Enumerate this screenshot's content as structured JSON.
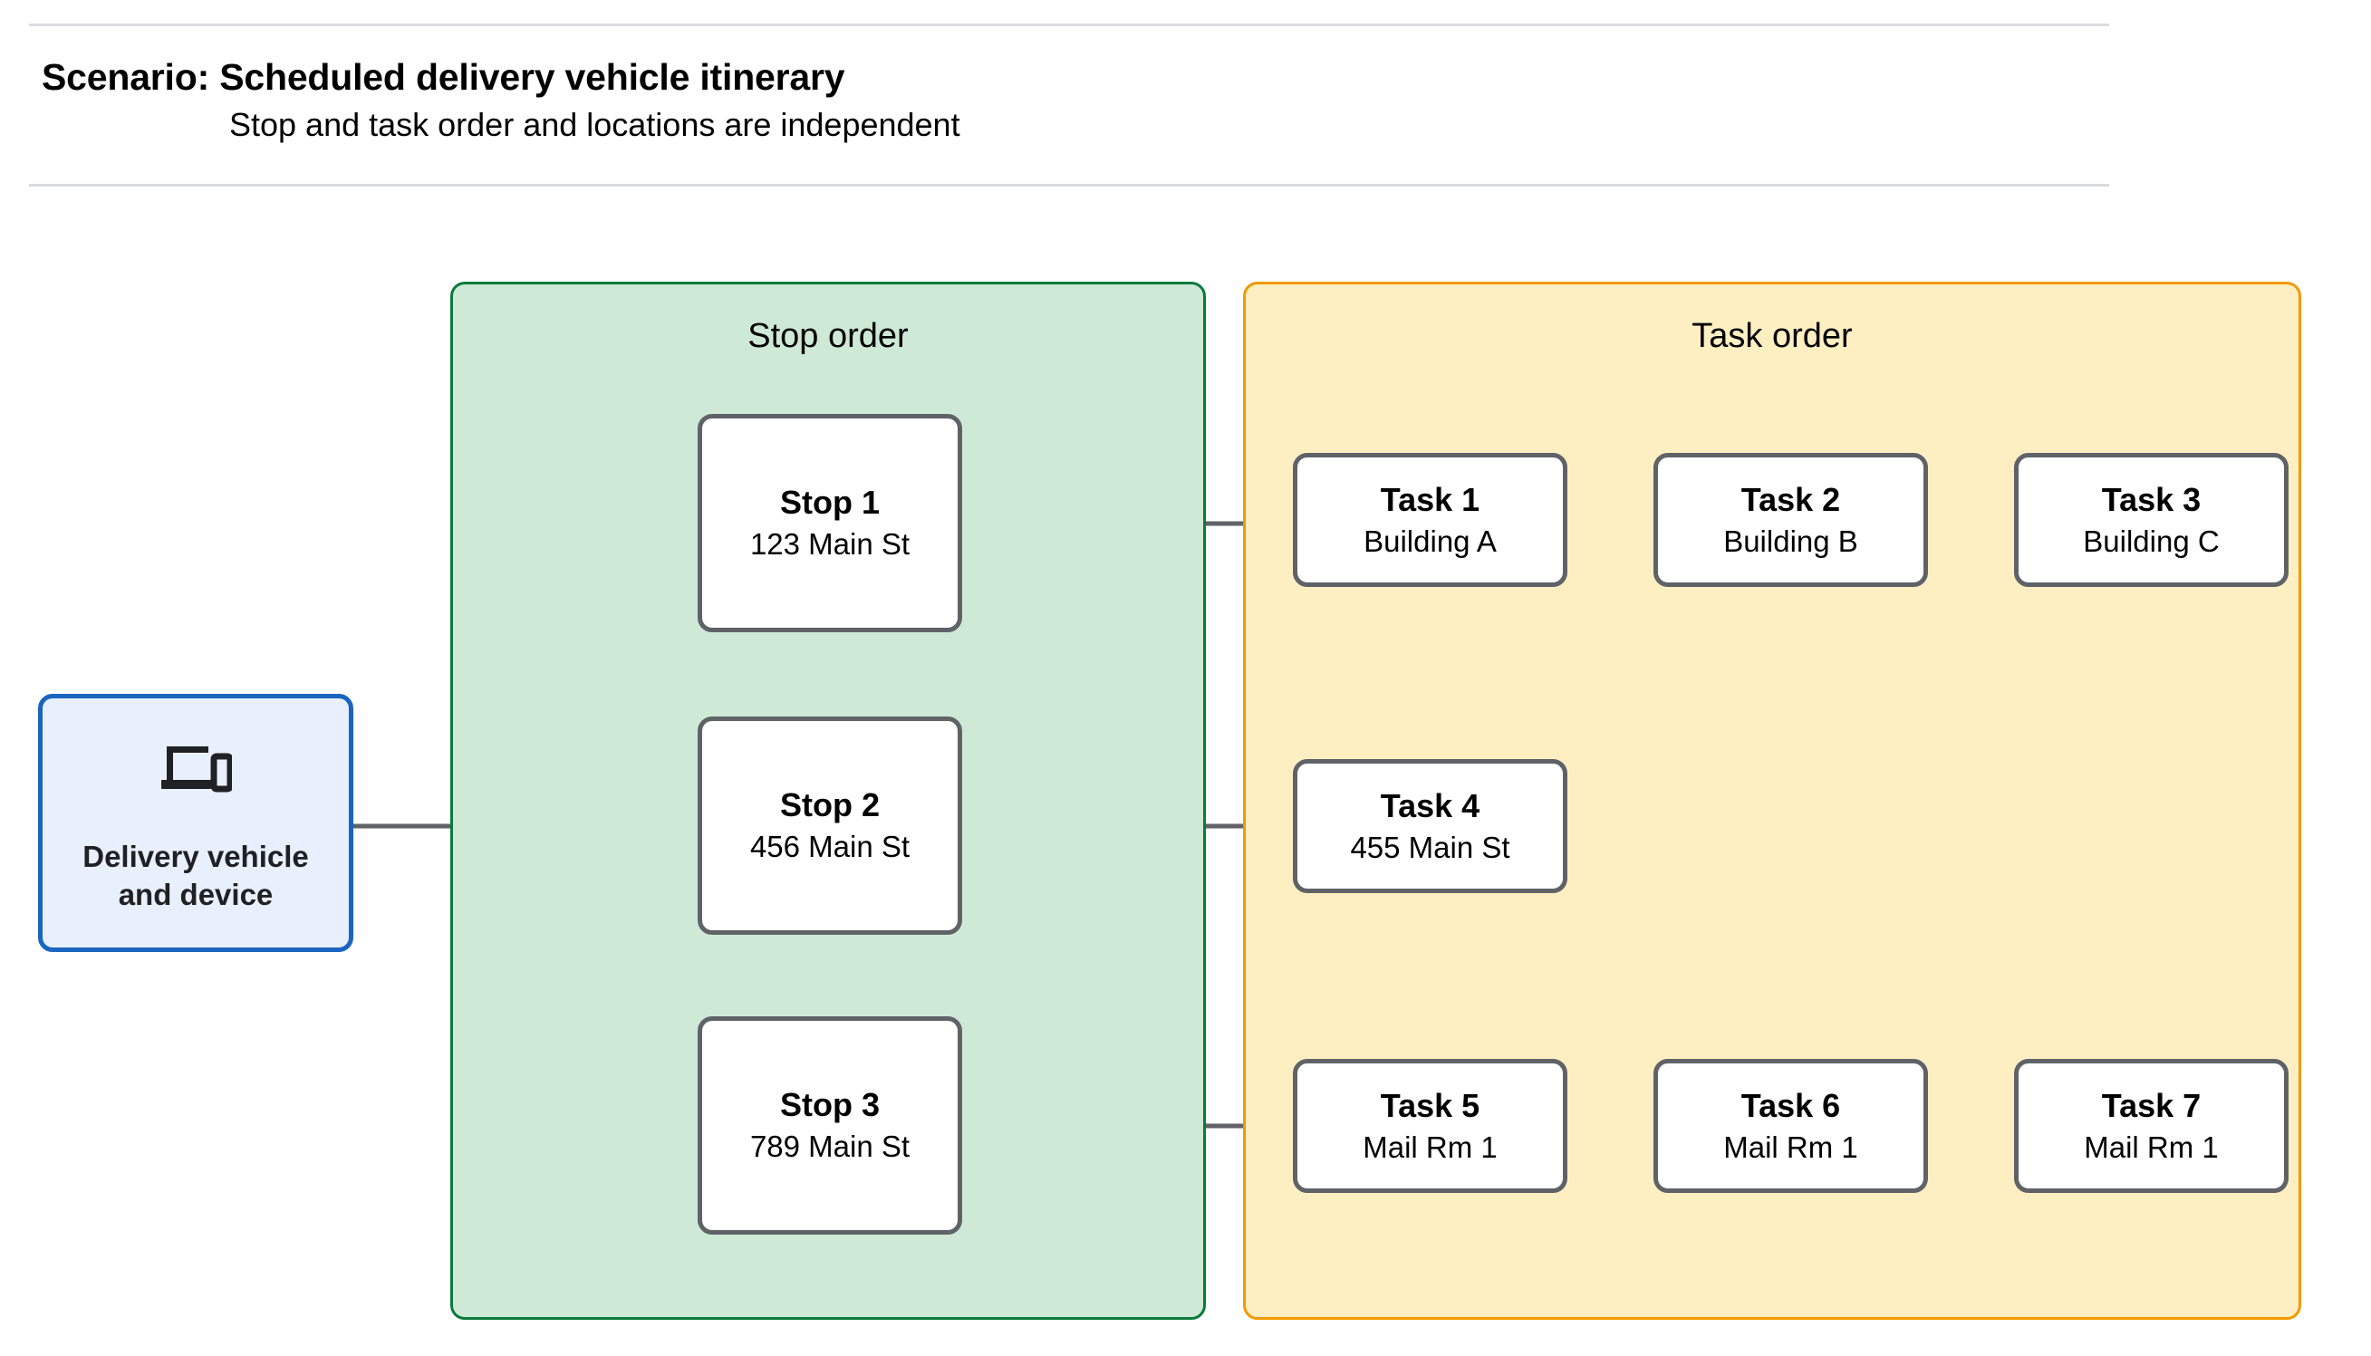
{
  "header": {
    "title": "Scenario: Scheduled delivery vehicle itinerary",
    "subtitle": "Stop and task order and locations are independent"
  },
  "vehicle": {
    "label": "Delivery vehicle\nand device",
    "icon": "devices-icon",
    "border_color": "#1a65c0",
    "fill_color": "#e8f0fe"
  },
  "panels": {
    "stop": {
      "title": "Stop order",
      "border_color": "#0b7a3b",
      "fill_color": "#ceead6"
    },
    "task": {
      "title": "Task order",
      "border_color": "#f29900",
      "fill_color": "#feefc3"
    }
  },
  "stops": [
    {
      "title": "Stop 1",
      "sub": "123 Main St"
    },
    {
      "title": "Stop 2",
      "sub": "456 Main St"
    },
    {
      "title": "Stop 3",
      "sub": "789 Main St"
    }
  ],
  "tasks": [
    {
      "title": "Task 1",
      "sub": "Building A"
    },
    {
      "title": "Task 2",
      "sub": "Building B"
    },
    {
      "title": "Task 3",
      "sub": "Building C"
    },
    {
      "title": "Task 4",
      "sub": "455 Main St"
    },
    {
      "title": "Task 5",
      "sub": "Mail Rm 1"
    },
    {
      "title": "Task 6",
      "sub": "Mail Rm 1"
    },
    {
      "title": "Task 7",
      "sub": "Mail Rm 1"
    }
  ],
  "connector_color": "#5f6368",
  "divider_color": "#dadce0"
}
